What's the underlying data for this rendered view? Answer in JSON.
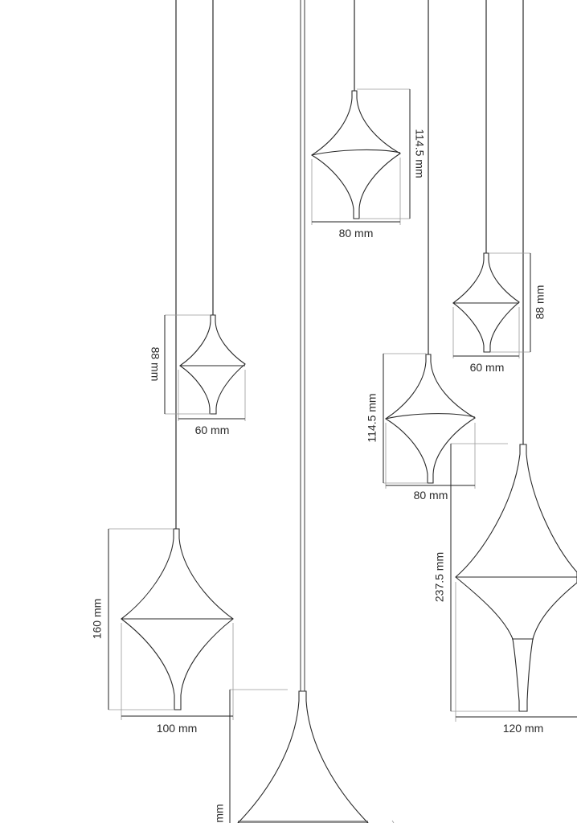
{
  "diagram": {
    "lamps": [
      {
        "id": "lamp-a",
        "width_label": "60 mm",
        "height_label": "88 mm"
      },
      {
        "id": "lamp-b",
        "width_label": "100 mm",
        "height_label": "160 mm"
      },
      {
        "id": "lamp-c",
        "width_label": "80 mm",
        "height_label": "114.5 mm"
      },
      {
        "id": "lamp-d",
        "width_label": "60 mm",
        "height_label": "88 mm"
      },
      {
        "id": "lamp-e",
        "width_label": "80 mm",
        "height_label": "114.5 mm"
      },
      {
        "id": "lamp-f",
        "width_label": "120 mm",
        "height_label": "237.5 mm"
      },
      {
        "id": "lamp-g",
        "width_label": "",
        "height_label": "mm"
      }
    ]
  }
}
